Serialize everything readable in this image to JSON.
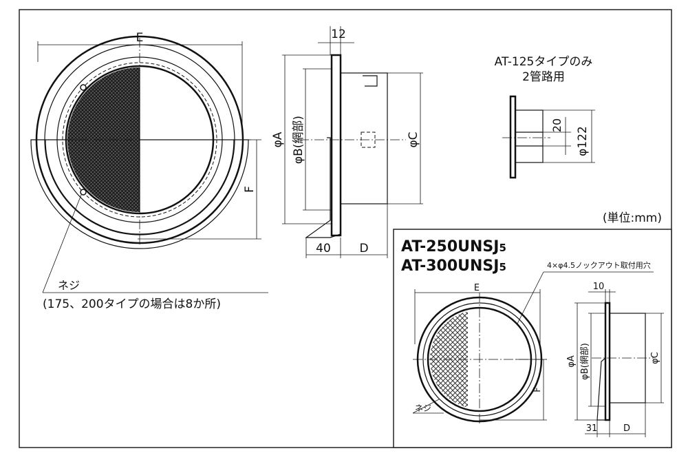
{
  "main": {
    "dim_E": "E",
    "dim_F": "F",
    "dim_12": "12",
    "dim_phiA": "φA",
    "dim_phiB": "φB(網部)",
    "dim_phiC": "φC",
    "dim_40": "40",
    "dim_D": "D",
    "screw_label": "ネジ",
    "screw_note": "(175、200タイプの場合は8か所)",
    "unit": "(単位:mm)"
  },
  "at125": {
    "title_line1": "AT-125タイプのみ",
    "title_line2": "2管路用",
    "dim_20": "20",
    "dim_phi122": "φ122"
  },
  "inset": {
    "model1": "AT-250UNSJ",
    "model1_sub": "5",
    "model2": "AT-300UNSJ",
    "model2_sub": "5",
    "knockout_note": "4×φ4.5ノックアウト取付用穴",
    "dim_E": "E",
    "dim_10": "10",
    "dim_phiA": "φA",
    "dim_phiB": "φB(網部)",
    "dim_phiC": "φC",
    "dim_F": "F",
    "dim_31": "31",
    "dim_D": "D",
    "screw_label": "ネジ"
  }
}
